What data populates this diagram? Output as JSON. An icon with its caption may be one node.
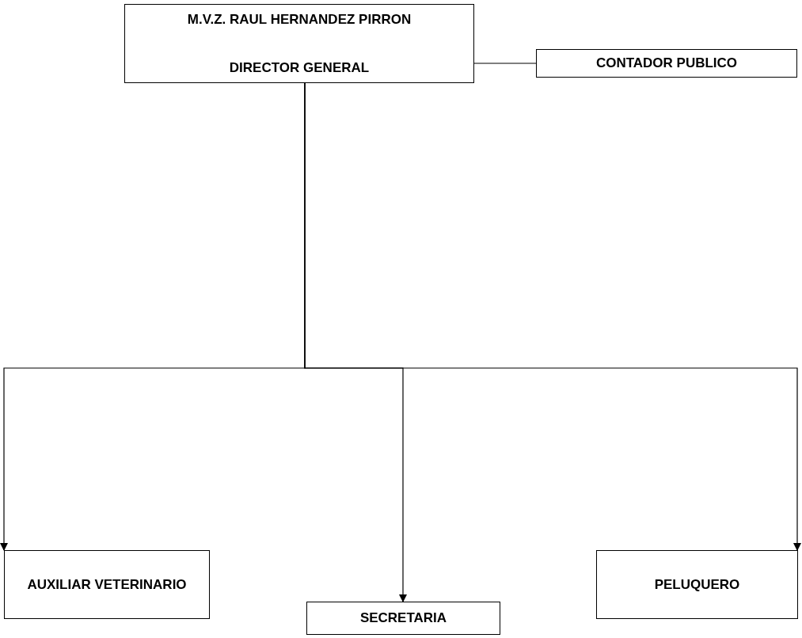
{
  "diagram": {
    "nodes": [
      {
        "text": [
          "M.V.Z. RAUL HERNANDEZ PIRRON",
          "DIRECTOR GENERAL"
        ]
      },
      {
        "text": [
          "CONTADOR PUBLICO"
        ]
      },
      {
        "text": [
          "AUXILIAR VETERINARIO"
        ]
      },
      {
        "text": [
          "SECRETARIA"
        ]
      },
      {
        "text": [
          "PELUQUERO"
        ]
      }
    ],
    "edges": [
      {
        "from": 0,
        "to": 1,
        "arrow": "none"
      },
      {
        "from": 0,
        "to": 2,
        "arrow": "to"
      },
      {
        "from": 0,
        "to": 3,
        "arrow": "to"
      },
      {
        "from": 0,
        "to": 4,
        "arrow": "to"
      }
    ]
  }
}
